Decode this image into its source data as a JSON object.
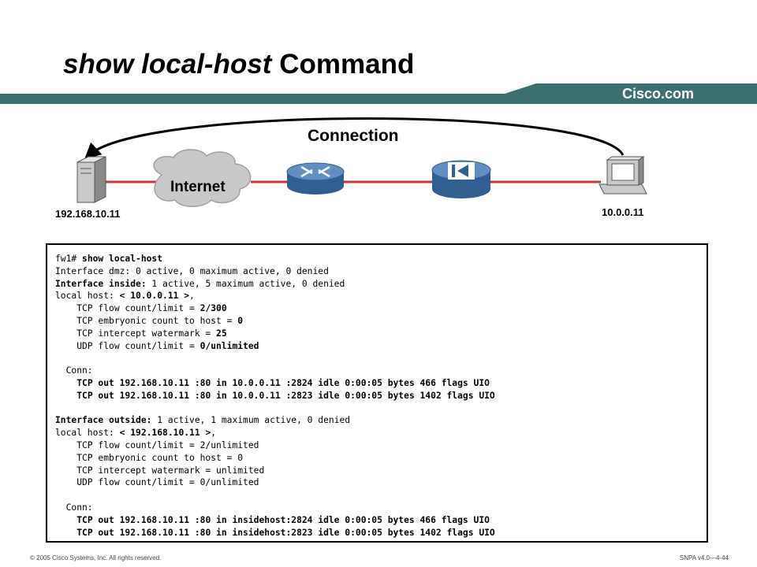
{
  "header": {
    "title_command": "show local-host",
    "title_suffix": "Command",
    "brand": "Cisco.com",
    "band_color": "#3a7070"
  },
  "diagram": {
    "connection_label": "Connection",
    "cloud_label": "Internet",
    "server_ip": "192.168.10.11",
    "workstation_ip": "10.0.0.11",
    "link_color": "#cc3333",
    "device_color": "#2f5f93",
    "cloud_color": "#c8c8c8"
  },
  "terminal": {
    "lines": [
      {
        "k": "fw1# ",
        "b": "show local-host",
        "r": ""
      },
      {
        "k": "Interface dmz: 0 active, 0 maximum active, 0 denied",
        "b": "",
        "r": ""
      },
      {
        "k": "",
        "b": "Interface inside:",
        "r": " 1 active, 5 maximum active, 0 denied"
      },
      {
        "k": "local host: ",
        "b": "< 10.0.0.11 >",
        "r": ","
      },
      {
        "k": "    TCP flow count/limit = ",
        "b": "2/300",
        "r": ""
      },
      {
        "k": "    TCP embryonic count to host = ",
        "b": "0",
        "r": ""
      },
      {
        "k": "    TCP intercept watermark = ",
        "b": "25",
        "r": ""
      },
      {
        "k": "    UDP flow count/limit = ",
        "b": "0/unlimited",
        "r": ""
      },
      {
        "k": "",
        "b": "",
        "r": ""
      },
      {
        "k": "  Conn:",
        "b": "",
        "r": ""
      },
      {
        "k": "    ",
        "b": "TCP out 192.168.10.11 :80 in 10.0.0.11 :2824 idle 0:00:05 bytes 466 flags UIO",
        "r": ""
      },
      {
        "k": "    ",
        "b": "TCP out 192.168.10.11 :80 in 10.0.0.11 :2823 idle 0:00:05 bytes 1402 flags UIO",
        "r": ""
      },
      {
        "k": "",
        "b": "",
        "r": ""
      },
      {
        "k": "",
        "b": "Interface outside:",
        "r": " 1 active, 1 maximum active, 0 denied"
      },
      {
        "k": "local host: ",
        "b": "< 192.168.10.11 >",
        "r": ","
      },
      {
        "k": "    TCP flow count/limit = 2/unlimited",
        "b": "",
        "r": ""
      },
      {
        "k": "    TCP embryonic count to host = 0",
        "b": "",
        "r": ""
      },
      {
        "k": "    TCP intercept watermark = unlimited",
        "b": "",
        "r": ""
      },
      {
        "k": "    UDP flow count/limit = 0/unlimited",
        "b": "",
        "r": ""
      },
      {
        "k": "",
        "b": "",
        "r": ""
      },
      {
        "k": "  Conn:",
        "b": "",
        "r": ""
      },
      {
        "k": "    ",
        "b": "TCP out 192.168.10.11 :80 in insidehost:2824 idle 0:00:05 bytes 466 flags UIO",
        "r": ""
      },
      {
        "k": "    ",
        "b": "TCP out 192.168.10.11 :80 in insidehost:2823 idle 0:00:05 bytes 1402 flags UIO",
        "r": ""
      }
    ]
  },
  "footer": {
    "copyright": "© 2005 Cisco Systems, Inc. All rights reserved.",
    "course": "SNPA v4.0—4-44"
  }
}
